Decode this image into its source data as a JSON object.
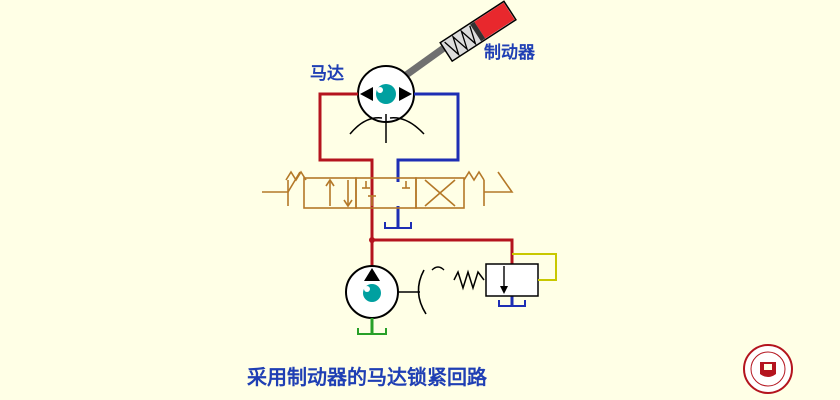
{
  "labels": {
    "brake": "制动器",
    "motor": "马达",
    "caption": "采用制动器的马达锁紧回路"
  },
  "colors": {
    "background": "#ffffe6",
    "pressure_line": "#b4141e",
    "return_line": "#1e2eb4",
    "valve_body": "#b47828",
    "pilot_line": "#c8c800",
    "suction_line": "#28a028",
    "component_outline": "#000000",
    "rotor": "#00a0a0",
    "label_text": "#1f3fb4"
  }
}
